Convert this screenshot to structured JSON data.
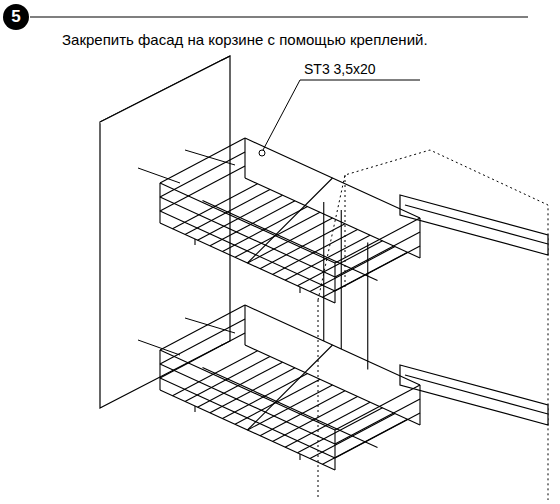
{
  "diagram": {
    "title": "Закрепить фасад на корзине с помощью креплений.",
    "nodes": [
      {
        "text": [
          "5"
        ]
      }
    ],
    "labels": [
      "ST3 3,5x20"
    ]
  }
}
